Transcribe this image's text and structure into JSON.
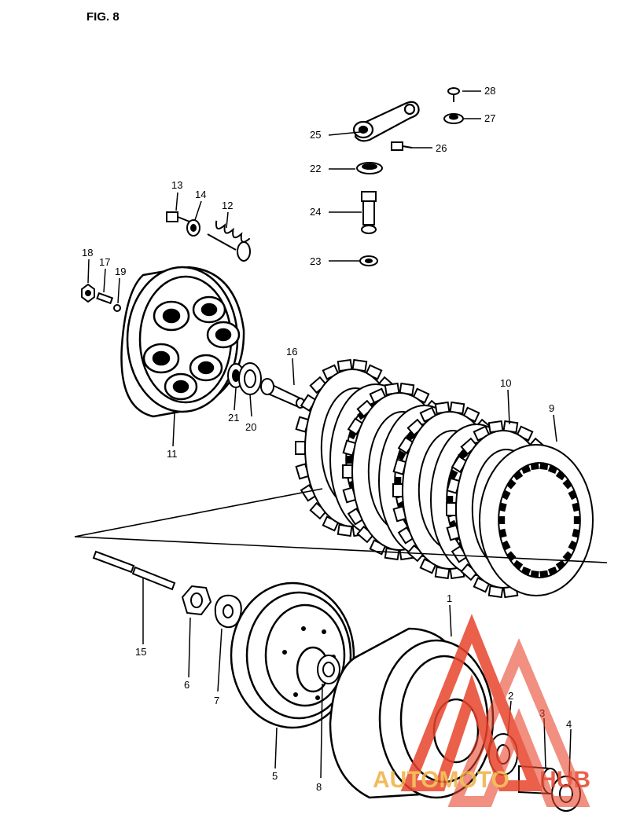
{
  "figure": {
    "title": "FIG. 8"
  },
  "parts": [
    {
      "id": "part-28",
      "label": "28"
    },
    {
      "id": "part-27",
      "label": "27"
    },
    {
      "id": "part-25",
      "label": "25"
    },
    {
      "id": "part-26",
      "label": "26"
    },
    {
      "id": "part-22",
      "label": "22"
    },
    {
      "id": "part-24",
      "label": "24"
    },
    {
      "id": "part-23",
      "label": "23"
    },
    {
      "id": "part-13",
      "label": "13"
    },
    {
      "id": "part-14",
      "label": "14"
    },
    {
      "id": "part-12",
      "label": "12"
    },
    {
      "id": "part-18",
      "label": "18"
    },
    {
      "id": "part-17",
      "label": "17"
    },
    {
      "id": "part-19",
      "label": "19"
    },
    {
      "id": "part-16",
      "label": "16"
    },
    {
      "id": "part-21",
      "label": "21"
    },
    {
      "id": "part-20",
      "label": "20"
    },
    {
      "id": "part-11",
      "label": "11"
    },
    {
      "id": "part-10",
      "label": "10"
    },
    {
      "id": "part-9",
      "label": "9"
    },
    {
      "id": "part-15",
      "label": "15"
    },
    {
      "id": "part-6",
      "label": "6"
    },
    {
      "id": "part-7",
      "label": "7"
    },
    {
      "id": "part-5",
      "label": "5"
    },
    {
      "id": "part-8",
      "label": "8"
    },
    {
      "id": "part-1",
      "label": "1"
    },
    {
      "id": "part-2",
      "label": "2"
    },
    {
      "id": "part-3",
      "label": "3"
    },
    {
      "id": "part-4",
      "label": "4"
    }
  ],
  "watermark": {
    "text_a": "AUTOMOTO",
    "text_b": "HUB",
    "color": "#e8452c",
    "accent": "#f0b040"
  },
  "colors": {
    "ink": "#000000",
    "paper": "#ffffff"
  }
}
